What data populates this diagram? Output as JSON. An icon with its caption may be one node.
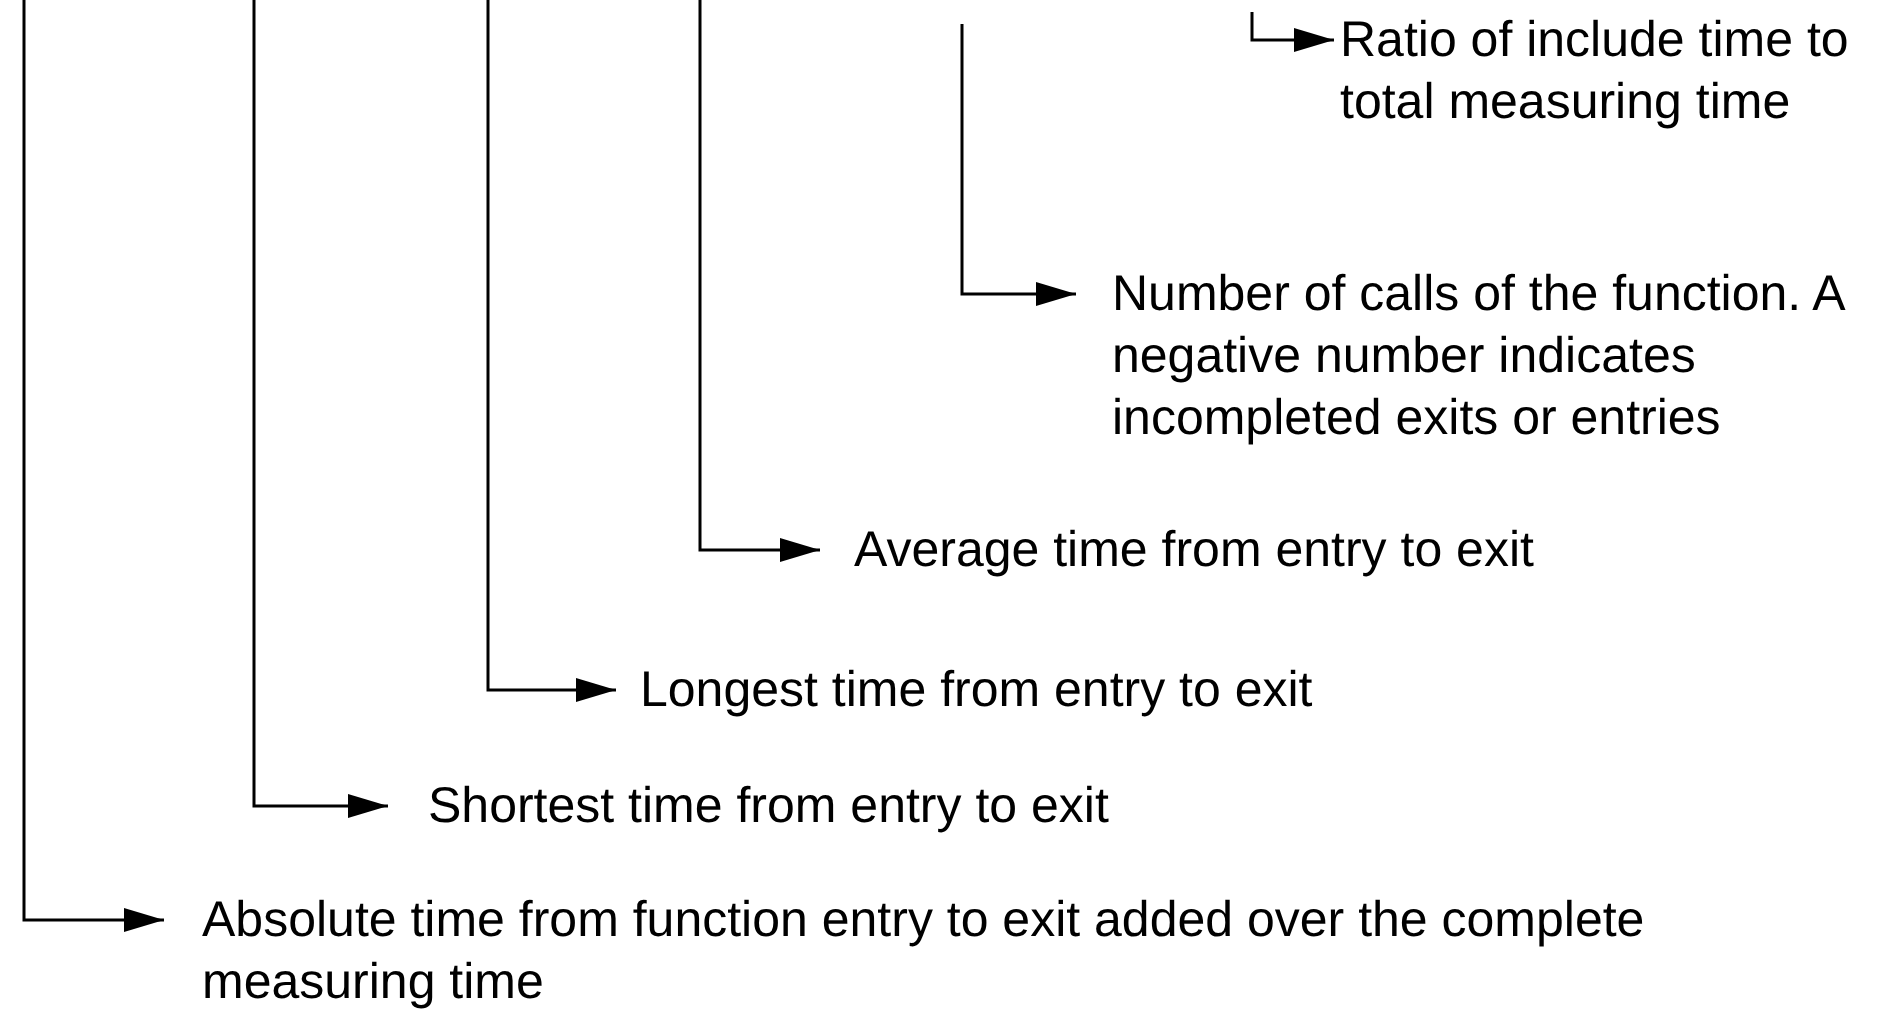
{
  "diagram": {
    "nodes": [
      {
        "text": [
          "Ratio of include time to total measuring time"
        ]
      },
      {
        "text": [
          "Number of calls of the function. A negative number indicates incompleted exits or entries"
        ]
      },
      {
        "text": [
          "Average time from entry to exit"
        ]
      },
      {
        "text": [
          "Longest time from entry to exit"
        ]
      },
      {
        "text": [
          "Shortest time from entry to exit"
        ]
      },
      {
        "text": [
          "Absolute time from function entry to exit added over the complete measuring time"
        ]
      }
    ],
    "edges": [
      {
        "from": null,
        "to": 0,
        "arrow": "to"
      },
      {
        "from": null,
        "to": 1,
        "arrow": "to"
      },
      {
        "from": null,
        "to": 2,
        "arrow": "to"
      },
      {
        "from": null,
        "to": 3,
        "arrow": "to"
      },
      {
        "from": null,
        "to": 4,
        "arrow": "to"
      },
      {
        "from": null,
        "to": 5,
        "arrow": "to"
      }
    ]
  }
}
